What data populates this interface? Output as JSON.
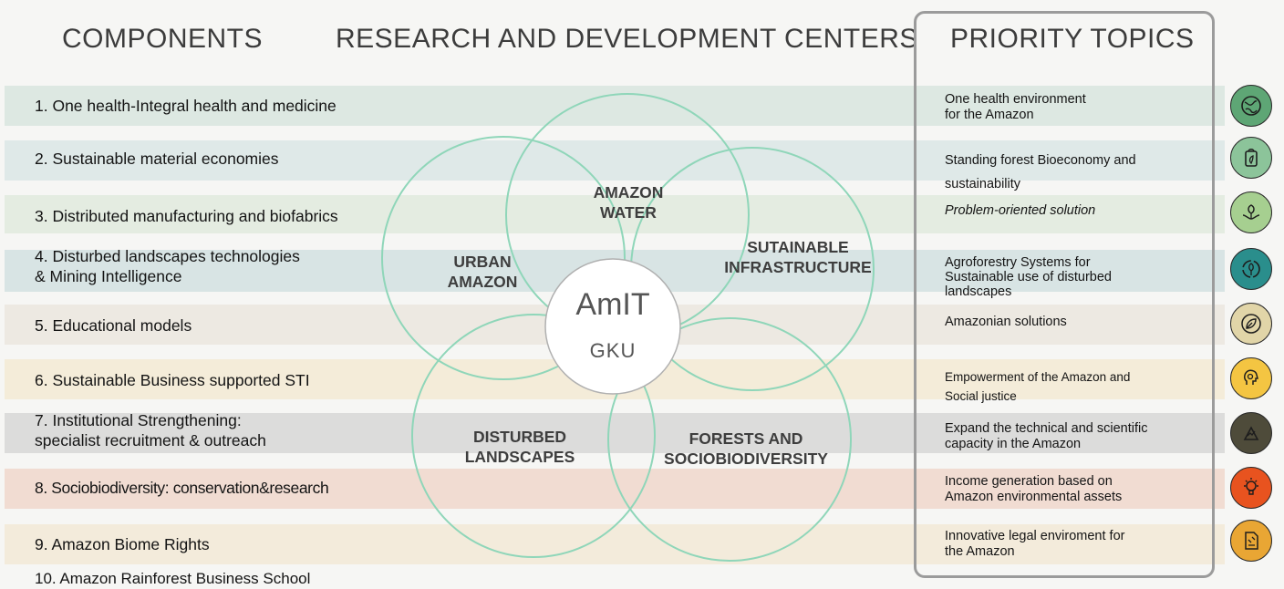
{
  "headers": {
    "components": "COMPONENTS",
    "centers": "RESEARCH AND DEVELOPMENT CENTERS",
    "priority": "PRIORITY TOPICS"
  },
  "components": [
    "1. One health-Integral health and medicine",
    "2. Sustainable material economies",
    "3. Distributed manufacturing and biofabrics",
    "4.  Disturbed landscapes technologies\n& Mining Intelligence",
    "5. Educational models",
    "6. Sustainable Business supported STI",
    "7. Institutional Strengthening:\nspecialist recruitment & outreach",
    "8. Sociobiodiversity: conservation&research",
    "9. Amazon Biome Rights",
    "10. Amazon  Rainforest Business School"
  ],
  "topics": [
    "One health environment\nfor the Amazon",
    "Standing forest Bioeconomy and\nsustainability",
    "Problem-oriented solution",
    "Agroforestry Systems  for\nSustainable use of disturbed\nlandscapes",
    "Amazonian solutions",
    "Empowerment of the Amazon and\nSocial justice",
    "Expand the technical and scientific\ncapacity in the Amazon",
    "Income generation based on\nAmazon environmental assets",
    "Innovative  legal enviroment for\nthe Amazon"
  ],
  "centers": {
    "water": "AMAZON\nWATER",
    "urban": "URBAN\nAMAZON",
    "infra": "SUTAINABLE\nINFRASTRUCTURE",
    "disturbed": "DISTURBED\nLANDSCAPES",
    "forests": "FORESTS AND\nSOCIOBIODIVERSITY",
    "core_title": "AmIT",
    "core_sub": "GKU"
  },
  "colors": {
    "band1": "#dde8e2",
    "band2": "#dfe9e8",
    "band3": "#e4ece1",
    "band4": "#d8e4e4",
    "band5": "#ede9e2",
    "band6": "#f4ecd9",
    "band7": "#dcdcdb",
    "band8": "#f1dcd2",
    "band9": "#f3ebdb",
    "circle": "#8fd6b9",
    "icon_green1": "#5ea675",
    "icon_green2": "#8cc49a",
    "icon_green3": "#a6cf90",
    "icon_teal": "#2a8e8c",
    "icon_beige": "#e1d5a8",
    "icon_yellow": "#f4c542",
    "icon_olive": "#4e4b3a",
    "icon_red": "#e8531f",
    "icon_orange": "#e9a634"
  },
  "icons": [
    "globe-icon",
    "eco-bag-icon",
    "leaf-hands-icon",
    "recycle-leaf-icon",
    "eco-leaf-icon",
    "idea-head-icon",
    "growth-chart-icon",
    "lightbulb-icon",
    "legal-document-icon"
  ]
}
